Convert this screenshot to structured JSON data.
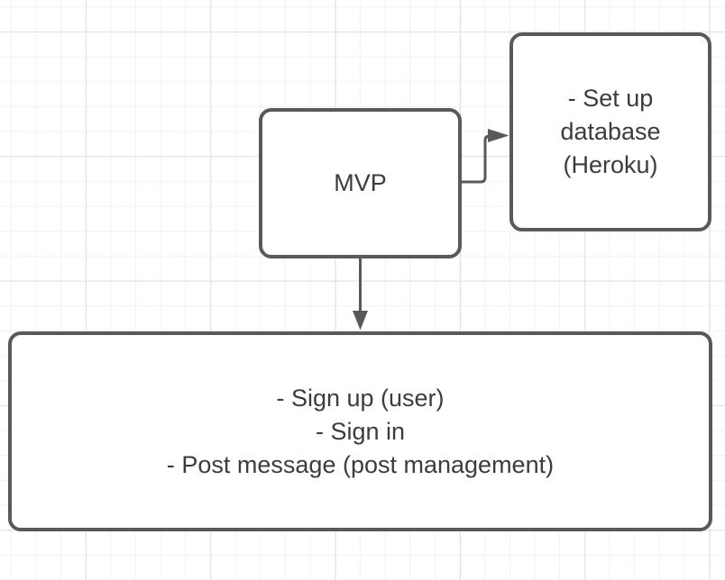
{
  "colors": {
    "canvas_bg": "#ffffff",
    "grid_minor": "#f2f2f5",
    "grid_major": "#e0e0e4",
    "shape_stroke": "#595959",
    "shape_fill": "#ffffff",
    "text": "#3c3c3c"
  },
  "diagram": {
    "type": "flowchart",
    "nodes": {
      "mvp": {
        "label": "MVP"
      },
      "setup_db": {
        "lines": [
          "- Set up",
          "database",
          "(Heroku)"
        ]
      },
      "features": {
        "lines": [
          "- Sign up (user)",
          "- Sign in",
          "- Post message (post management)"
        ]
      }
    },
    "edges": [
      {
        "from": "mvp",
        "to": "setup_db",
        "direction": "right",
        "arrow": "filled-triangle"
      },
      {
        "from": "mvp",
        "to": "features",
        "direction": "down",
        "arrow": "filled-triangle"
      }
    ]
  }
}
